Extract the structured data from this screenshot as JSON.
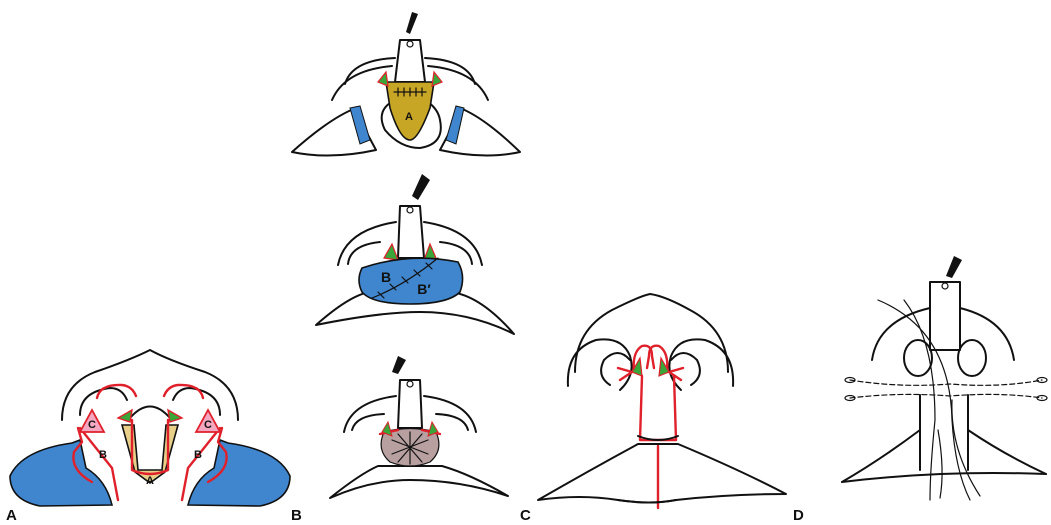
{
  "panels": {
    "a": {
      "label": "A",
      "flap_a": "A",
      "flap_b_left": "B",
      "flap_b_right": "B",
      "flap_c_left": "C",
      "flap_c_right": "C"
    },
    "b": {
      "label": "B",
      "flap_a": "A",
      "flap_b": "B",
      "flap_b_prime": "B′"
    },
    "c": {
      "label": "C"
    },
    "d": {
      "label": "D"
    }
  },
  "colors": {
    "flap_a": "#c8a625",
    "flap_a_light": "#e8cf8a",
    "flap_b": "#3f86cf",
    "flap_c": "#f4a7c1",
    "green": "#3aa63a",
    "incision": "#e0202a",
    "raw_area": "#b8a0a0"
  }
}
